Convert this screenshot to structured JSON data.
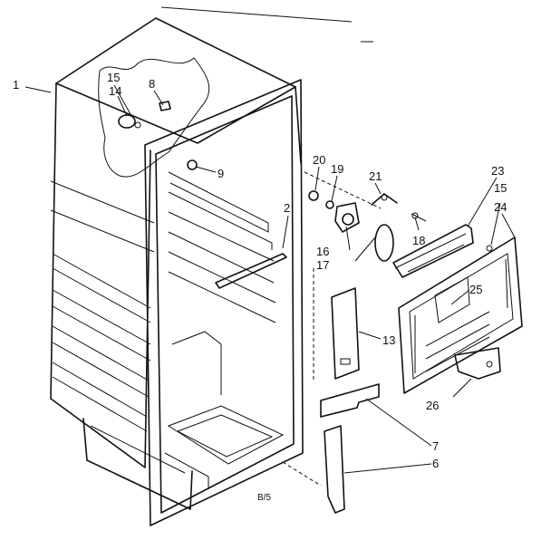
{
  "callouts": {
    "c1": "1",
    "c15a": "15",
    "c14": "14",
    "c8": "8",
    "c9": "9",
    "c2": "2",
    "c20": "20",
    "c19": "19",
    "c21": "21",
    "c18": "18",
    "c16": "16",
    "c17": "17",
    "c23": "23",
    "c15b": "15",
    "c24": "24",
    "c25": "25",
    "c13": "13",
    "c26": "26",
    "c7": "7",
    "c6": "6"
  },
  "footer": {
    "page_code": "B/5"
  }
}
